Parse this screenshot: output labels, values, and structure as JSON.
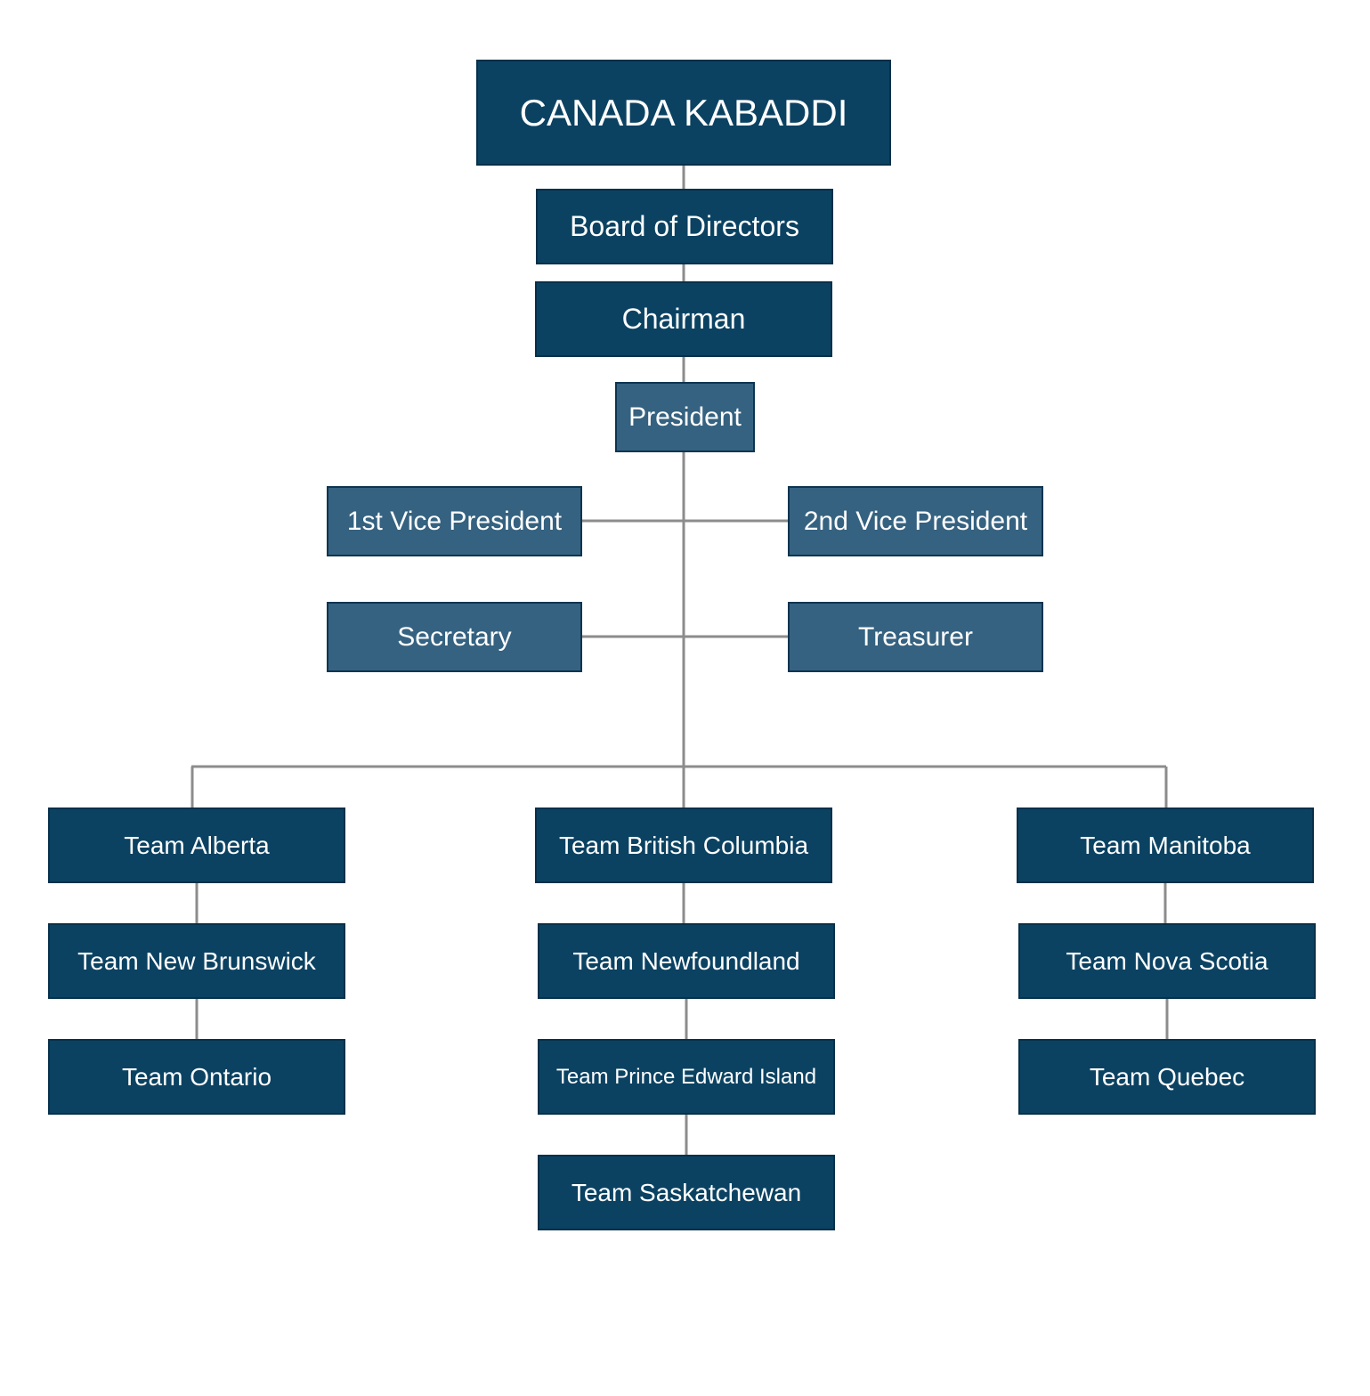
{
  "root": {
    "label": "CANADA KABADDI"
  },
  "board": {
    "label": "Board of Directors"
  },
  "chairman": {
    "label": "Chairman"
  },
  "president": {
    "label": "President"
  },
  "officers": {
    "vp1": "1st Vice President",
    "vp2": "2nd Vice President",
    "secretary": "Secretary",
    "treasurer": "Treasurer"
  },
  "teams": {
    "left": [
      "Team Alberta",
      "Team New Brunswick",
      "Team Ontario"
    ],
    "center": [
      "Team British Columbia",
      "Team Newfoundland",
      "Team Prince Edward Island",
      "Team Saskatchewan"
    ],
    "right": [
      "Team Manitoba",
      "Team Nova Scotia",
      "Team Quebec"
    ]
  },
  "colors": {
    "box_dark": "#0b4262",
    "box_mid": "#356280",
    "connector": "#8c8c8c",
    "text": "#ffffff"
  }
}
